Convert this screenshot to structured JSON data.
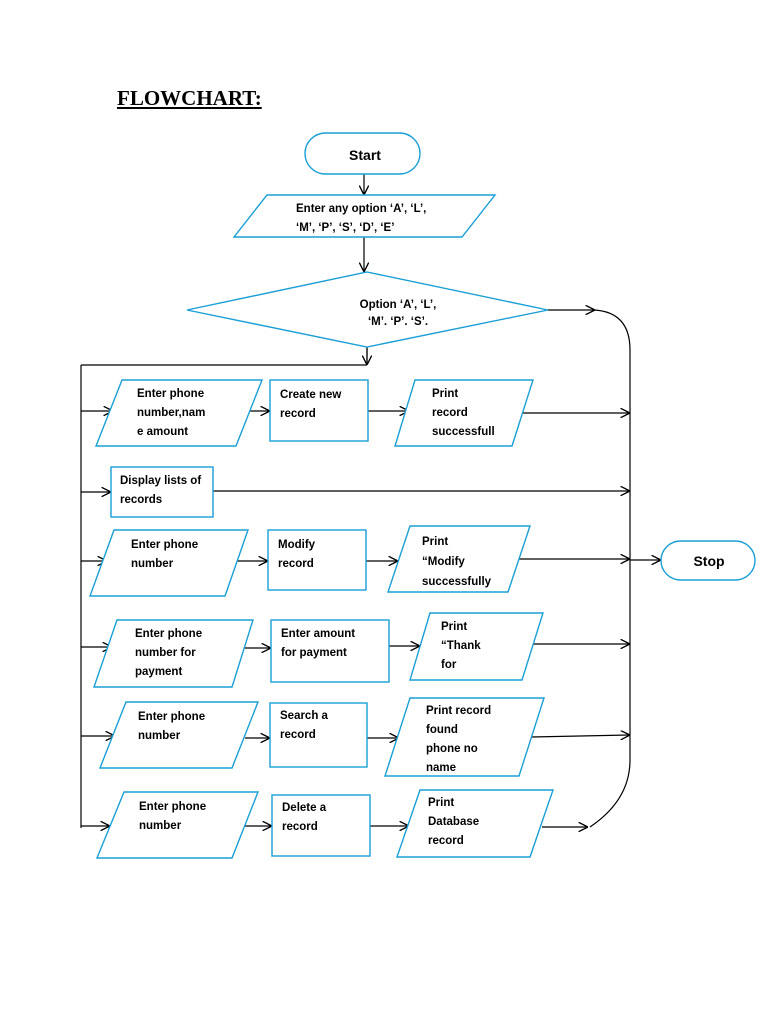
{
  "heading": "FLOWCHART:",
  "nodes": {
    "start": [
      "Start"
    ],
    "input_option": [
      "Enter any option ‘A’, ‘L’,",
      "‘M’, ‘P’, ‘S’, ‘D’, ‘E’"
    ],
    "decision": [
      "Option ‘A’, ‘L’,",
      "‘M’. ‘P’. ‘S’."
    ],
    "row_a_input": [
      "Enter phone",
      "number,nam",
      "e amount"
    ],
    "row_a_process": [
      "Create new",
      "record"
    ],
    "row_a_output": [
      "Print",
      "record",
      "successfull"
    ],
    "row_l_process": [
      "Display lists of",
      "records"
    ],
    "row_m_input": [
      "Enter phone",
      "number"
    ],
    "row_m_process": [
      "Modify",
      "record"
    ],
    "row_m_output": [
      "Print",
      "“Modify",
      "successfully"
    ],
    "row_p_input": [
      "Enter phone",
      "number for",
      "payment"
    ],
    "row_p_process": [
      "Enter amount",
      "for payment"
    ],
    "row_p_output": [
      "Print",
      "“Thank",
      "for"
    ],
    "row_s_input": [
      "Enter phone",
      "number"
    ],
    "row_s_process": [
      "Search a",
      "record"
    ],
    "row_s_output": [
      "Print record",
      "found",
      "phone no",
      "name"
    ],
    "row_d_input": [
      "Enter phone",
      "number"
    ],
    "row_d_process": [
      "Delete a",
      "record"
    ],
    "row_d_output": [
      "Print",
      "Database",
      "record"
    ],
    "stop": [
      "Stop"
    ]
  },
  "colors": {
    "node_border": "#1a9fd6",
    "edge": "#000000",
    "background": "#ffffff"
  }
}
